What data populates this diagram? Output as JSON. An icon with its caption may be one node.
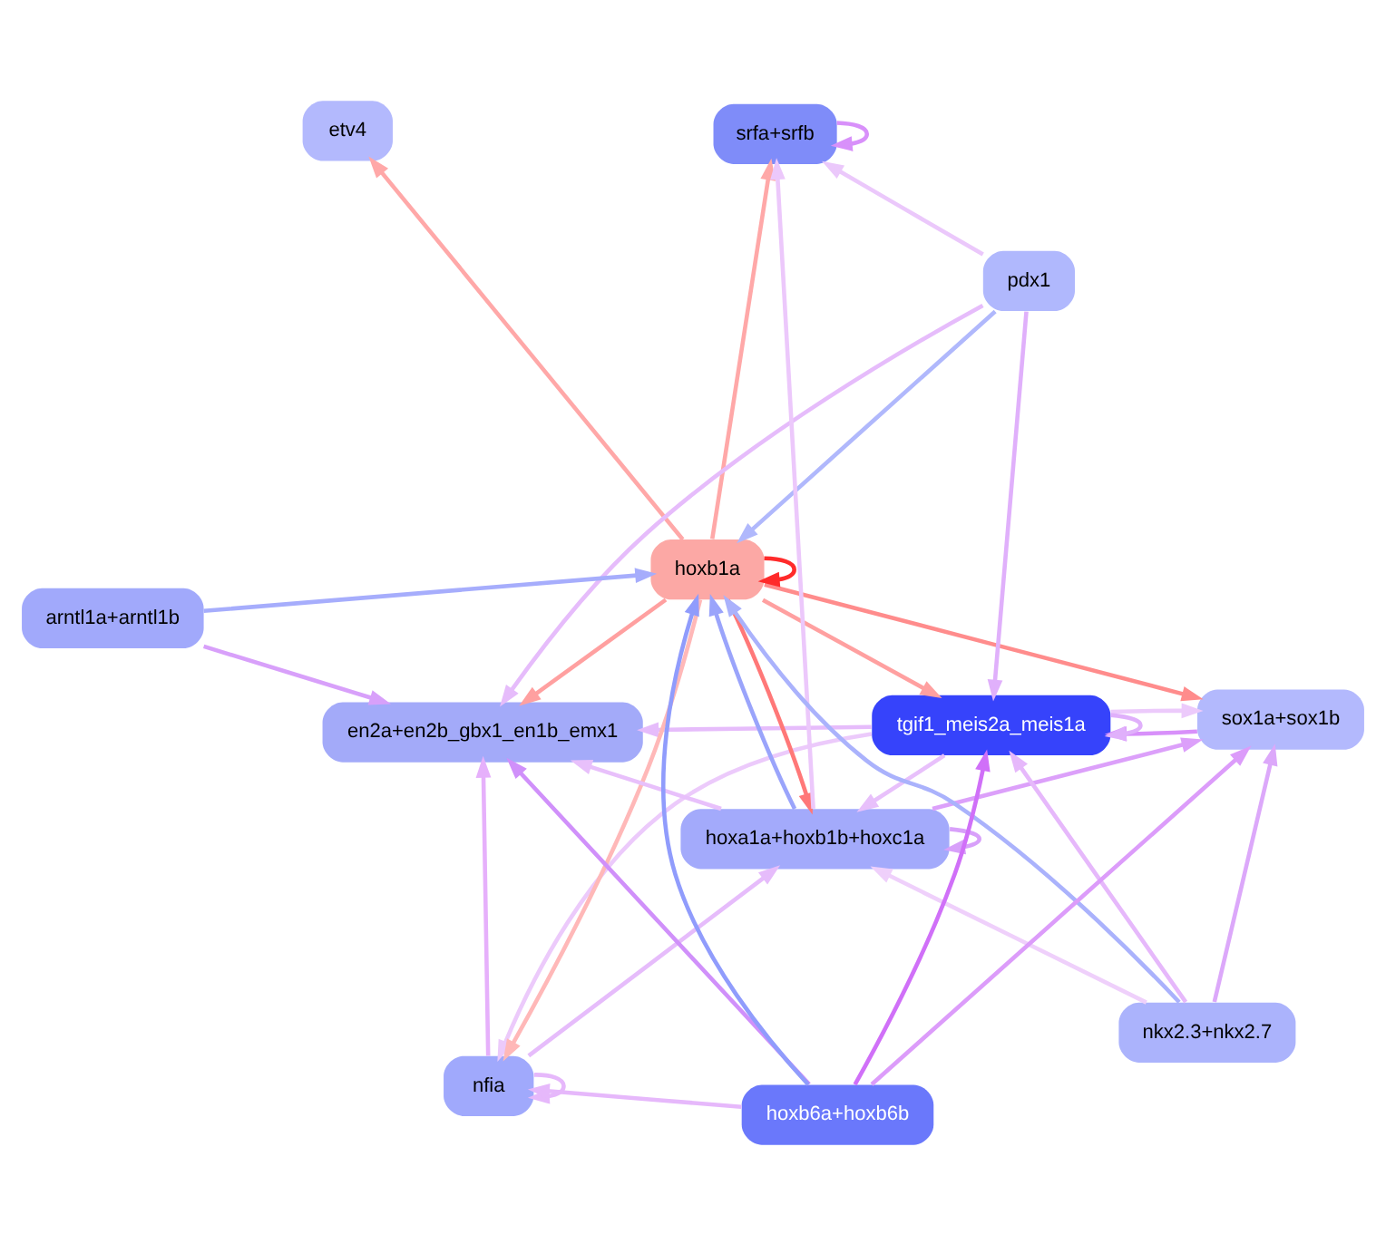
{
  "diagram": {
    "nodes": [
      {
        "text": [
          "en2a+en2b_gbx1_en1b_emx1"
        ]
      },
      {
        "text": [
          "sox1a+sox1b"
        ]
      },
      {
        "text": [
          "nfia"
        ]
      },
      {
        "text": [
          "srfa+srfb"
        ]
      },
      {
        "text": [
          "tgif1_meis2a_meis1a"
        ]
      },
      {
        "text": [
          "etv4"
        ]
      },
      {
        "text": [
          "hoxb1a"
        ]
      },
      {
        "text": [
          "pdx1"
        ]
      },
      {
        "text": [
          "hoxa1a+hoxb1b+hoxc1a"
        ]
      },
      {
        "text": [
          "nkx2.3+nkx2.7"
        ]
      },
      {
        "text": [
          "hoxb6a+hoxb6b"
        ]
      },
      {
        "text": [
          "arntl1a+arntl1b"
        ]
      }
    ],
    "edges": [
      {
        "from": 6,
        "to": 6,
        "arrow": "to",
        "color": "#ff2a2a"
      },
      {
        "from": 6,
        "to": 1,
        "arrow": "to",
        "color": "#ff8c8c"
      },
      {
        "from": 6,
        "to": 0,
        "arrow": "to",
        "color": "#ffa0a0"
      },
      {
        "from": 6,
        "to": 3,
        "arrow": "to",
        "color": "#ffa8a8"
      },
      {
        "from": 6,
        "to": 5,
        "arrow": "to",
        "color": "#ffa8a8"
      },
      {
        "from": 6,
        "to": 2,
        "arrow": "to",
        "color": "#ffb8b8"
      },
      {
        "from": 6,
        "to": 4,
        "arrow": "to",
        "color": "#ffa0a0"
      },
      {
        "from": 6,
        "to": 8,
        "arrow": "to",
        "color": "#ff7878"
      },
      {
        "from": 8,
        "to": 6,
        "arrow": "to",
        "color": "#9aa4fb"
      },
      {
        "from": 10,
        "to": 6,
        "arrow": "to",
        "color": "#909cfc"
      },
      {
        "from": 11,
        "to": 6,
        "arrow": "to",
        "color": "#a6adfc"
      },
      {
        "from": 9,
        "to": 6,
        "arrow": "to",
        "color": "#aab2fc"
      },
      {
        "from": 7,
        "to": 6,
        "arrow": "to",
        "color": "#b0b8fc"
      },
      {
        "from": 3,
        "to": 3,
        "arrow": "to",
        "color": "#d890fa"
      },
      {
        "from": 2,
        "to": 2,
        "arrow": "to",
        "color": "#e6b8fb"
      },
      {
        "from": 4,
        "to": 4,
        "arrow": "to",
        "color": "#e0b0fb"
      },
      {
        "from": 8,
        "to": 8,
        "arrow": "to",
        "color": "#d8a0fa"
      },
      {
        "from": 2,
        "to": 0,
        "arrow": "to",
        "color": "#e6b0fb"
      },
      {
        "from": 4,
        "to": 2,
        "arrow": "to",
        "color": "#eccafb"
      },
      {
        "from": 4,
        "to": 0,
        "arrow": "to",
        "color": "#e6bcfb"
      },
      {
        "from": 4,
        "to": 1,
        "arrow": "to",
        "color": "#eccafb"
      },
      {
        "from": 1,
        "to": 4,
        "arrow": "to",
        "color": "#d890fa"
      },
      {
        "from": 10,
        "to": 1,
        "arrow": "to",
        "color": "#dc9cfa"
      },
      {
        "from": 10,
        "to": 0,
        "arrow": "to",
        "color": "#d090fa"
      },
      {
        "from": 10,
        "to": 4,
        "arrow": "to",
        "color": "#d070f8"
      },
      {
        "from": 10,
        "to": 2,
        "arrow": "to",
        "color": "#e6b8fb"
      },
      {
        "from": 11,
        "to": 0,
        "arrow": "to",
        "color": "#d8a0fa"
      },
      {
        "from": 8,
        "to": 1,
        "arrow": "to",
        "color": "#dca0fa"
      },
      {
        "from": 8,
        "to": 0,
        "arrow": "to",
        "color": "#e8c0fb"
      },
      {
        "from": 8,
        "to": 3,
        "arrow": "to",
        "color": "#ecc8fb"
      },
      {
        "from": 2,
        "to": 8,
        "arrow": "to",
        "color": "#e6bcfb"
      },
      {
        "from": 4,
        "to": 8,
        "arrow": "to",
        "color": "#e8c0fb"
      },
      {
        "from": 9,
        "to": 8,
        "arrow": "to",
        "color": "#efd0fb"
      },
      {
        "from": 7,
        "to": 3,
        "arrow": "to",
        "color": "#ebc8fb"
      },
      {
        "from": 7,
        "to": 0,
        "arrow": "to",
        "color": "#e6bcfb"
      },
      {
        "from": 7,
        "to": 4,
        "arrow": "to",
        "color": "#e0b0fb"
      },
      {
        "from": 9,
        "to": 1,
        "arrow": "to",
        "color": "#dca8fa"
      },
      {
        "from": 9,
        "to": 4,
        "arrow": "to",
        "color": "#e6b8fb"
      }
    ]
  }
}
